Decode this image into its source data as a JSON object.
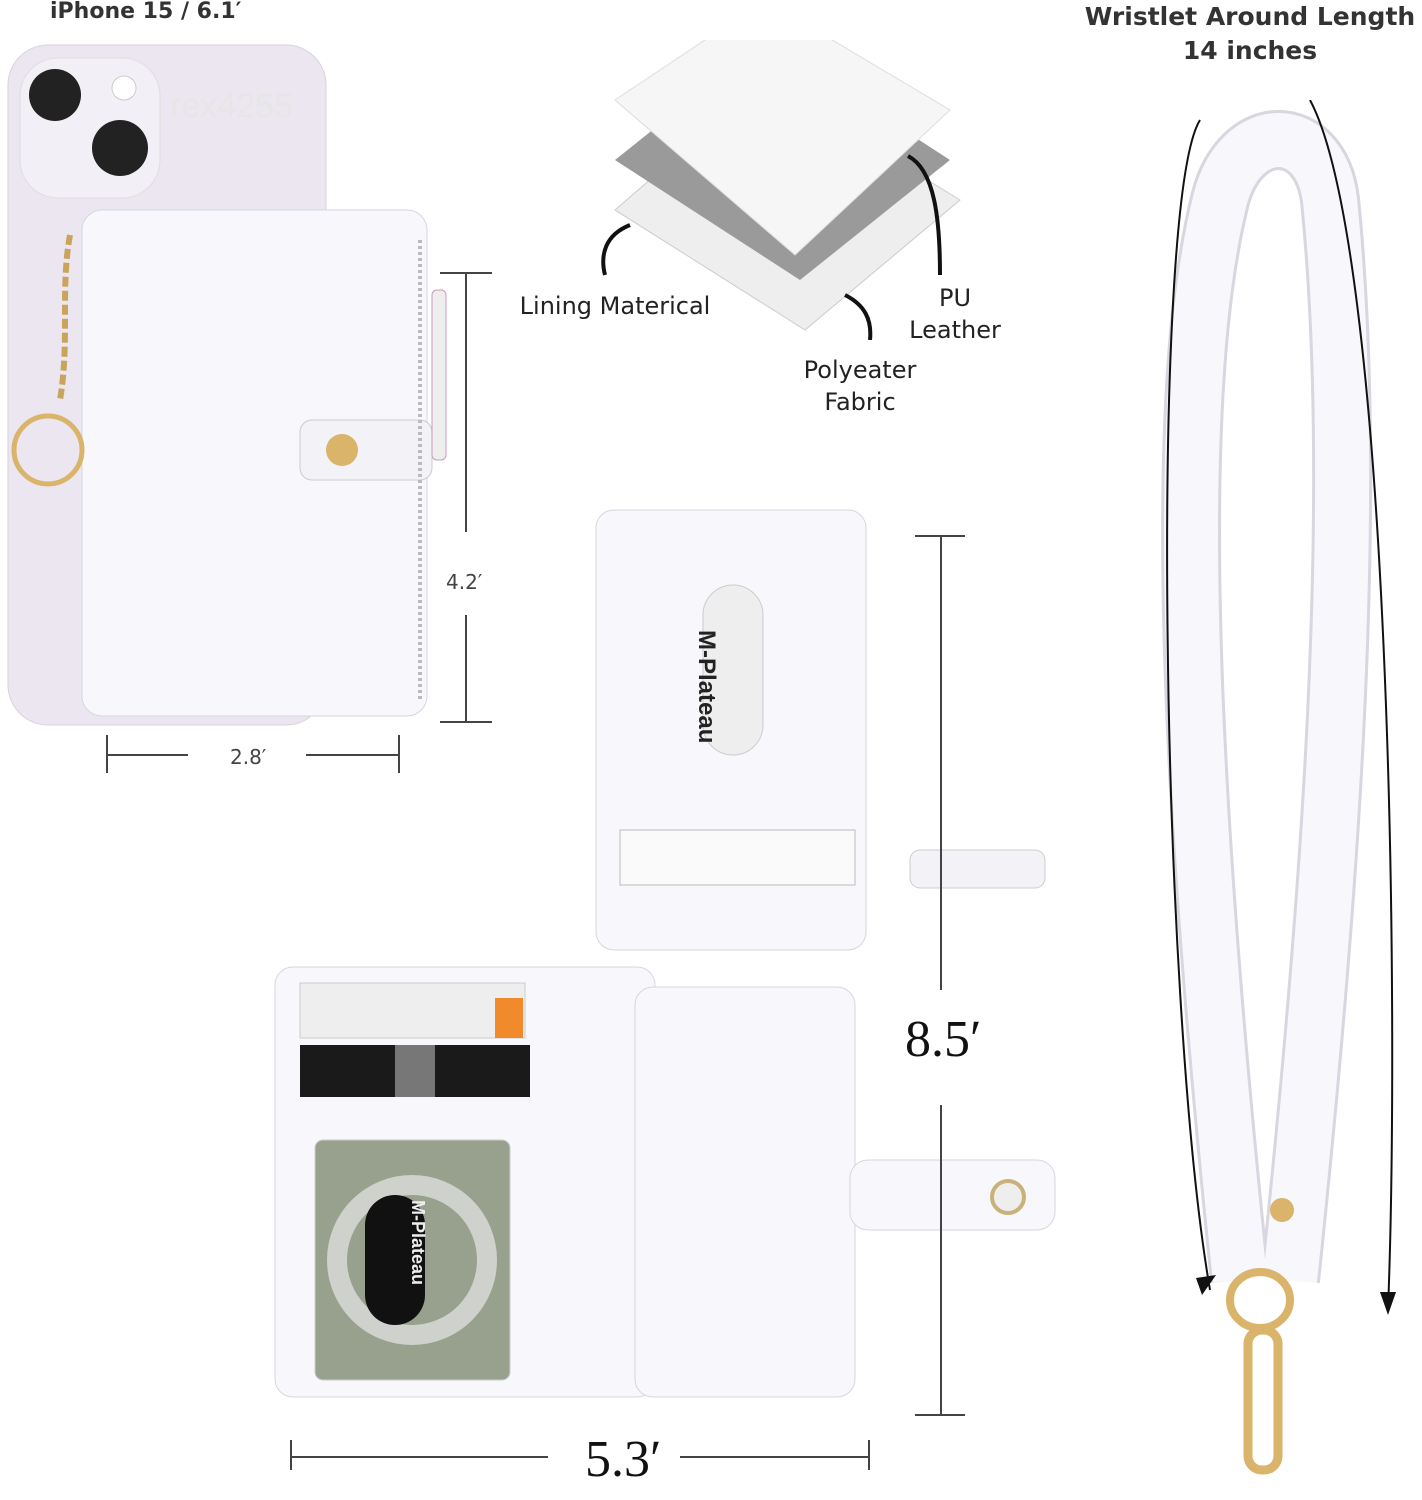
{
  "header": {
    "phone_model": "iPhone 15 / 6.1′",
    "watermark": "rex4255"
  },
  "wristlet": {
    "title": "Wristlet Around Length",
    "length": "14 inches"
  },
  "materials": {
    "lining": "Lining Materical",
    "pu_leather": "PU Leather",
    "polyester": "Polyeater Fabric"
  },
  "dimensions": {
    "closed_height": "4.2′",
    "closed_width": "2.8′",
    "open_height": "8.5′",
    "open_width": "5.3′"
  },
  "brand": {
    "logo_text": "M-Plateau"
  },
  "colors": {
    "leather": "#f7f6fb",
    "gold": "#d9b46a",
    "phone": "#e9e4ef"
  }
}
